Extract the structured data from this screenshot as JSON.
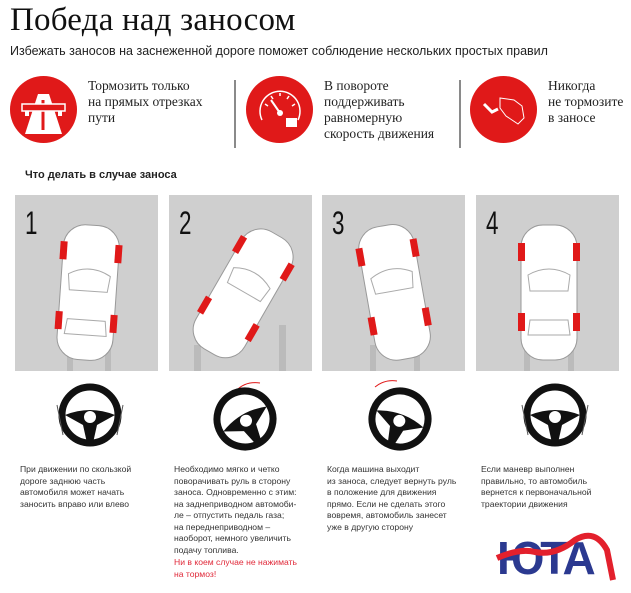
{
  "header": {
    "title": "Победа над заносом",
    "subtitle": "Избежать заносов на заснеженной дороге поможет соблюдение нескольких простых правил"
  },
  "tips": [
    {
      "icon": "road-overpass-icon",
      "text": "Тормозить только\nна прямых отрезках\nпути"
    },
    {
      "icon": "speedometer-icon",
      "text": "В повороте\nподдерживать\nравномерную\nскорость движения"
    },
    {
      "icon": "foot-brake-pedal-icon",
      "text": "Никогда\nне тормозите\nв заносе"
    }
  ],
  "section_title": "Что делать в случае заноса",
  "steps": [
    {
      "number": "1",
      "text": "При движении по скользкой\nдороге заднюю часть\nавтомобиля может начать\nзаносить вправо или влево"
    },
    {
      "number": "2",
      "text": "Необходимо мягко и четко\nповорачивать руль в сторону\nзаноса. Одновременно с этим:\nна заднеприводном автомоби-\nле – отпустить педаль газа;\nна переднеприводном –\nнаоборот, немного увеличить\nподачу топлива.",
      "warning": "Ни в коем случае не нажимать\nна тормоз!"
    },
    {
      "number": "3",
      "text": "Когда машина выходит\nиз заноса, следует вернуть руль\nв положение для движения\nпрямо. Если не сделать этого\nвовремя, автомобиль занесет\nуже в другую сторону"
    },
    {
      "number": "4",
      "text": "Если маневр выполнен\nправильно, то автомобиль\nвернется к первоначальной\nтраектории движения"
    }
  ],
  "logo": {
    "text": "ЮТА"
  },
  "colors": {
    "accent": "#e01919",
    "panel": "#cfcfcf",
    "logo_blue": "#2b3990",
    "logo_red": "#e3202c",
    "warning": "#e02a3a"
  }
}
